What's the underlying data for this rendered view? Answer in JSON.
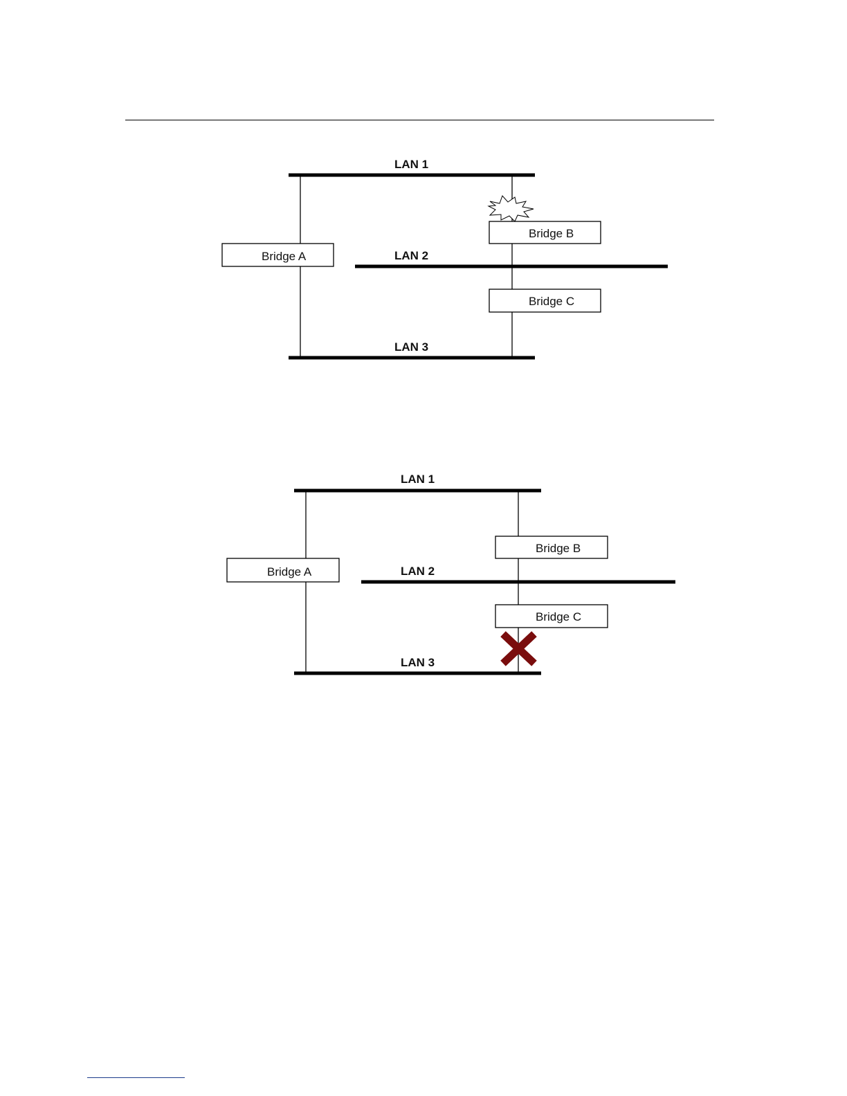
{
  "diagrams": [
    {
      "lans": {
        "lan1": "LAN 1",
        "lan2": "LAN 2",
        "lan3": "LAN 3"
      },
      "bridges": {
        "a": "Bridge A",
        "b": "Bridge B",
        "c": "Bridge C"
      },
      "fault_icon": "starburst-icon"
    },
    {
      "lans": {
        "lan1": "LAN 1",
        "lan2": "LAN 2",
        "lan3": "LAN 3"
      },
      "bridges": {
        "a": "Bridge A",
        "b": "Bridge B",
        "c": "Bridge C"
      },
      "blocked_icon": "x-mark-icon",
      "blocked_color": "#7a0d0d"
    }
  ]
}
